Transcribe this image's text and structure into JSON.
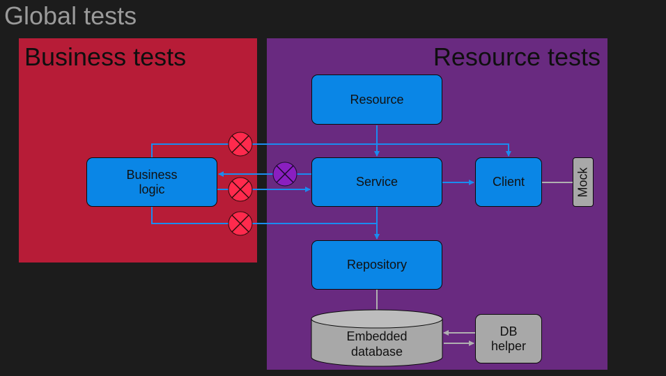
{
  "slide": {
    "title": "Global tests"
  },
  "regions": {
    "business": {
      "title": "Business tests",
      "color": "#b71c37"
    },
    "resource": {
      "title": "Resource tests",
      "color": "#692a80"
    }
  },
  "boxes": {
    "business_logic": "Business\nlogic",
    "resource": "Resource",
    "service": "Service",
    "client": "Client",
    "mock": "Mock",
    "repository": "Repository",
    "embedded_database": "Embedded\ndatabase",
    "db_helper": "DB\nhelper"
  },
  "colors": {
    "component": "#0a86e6",
    "external": "#a8a8a8",
    "call_line": "#1a8cf0",
    "blocked_marker_business": "#ff2a4d",
    "blocked_marker_resource": "#8a1fc0"
  },
  "legend_icons": {
    "blocked_call": "crossed-circle-icon"
  }
}
